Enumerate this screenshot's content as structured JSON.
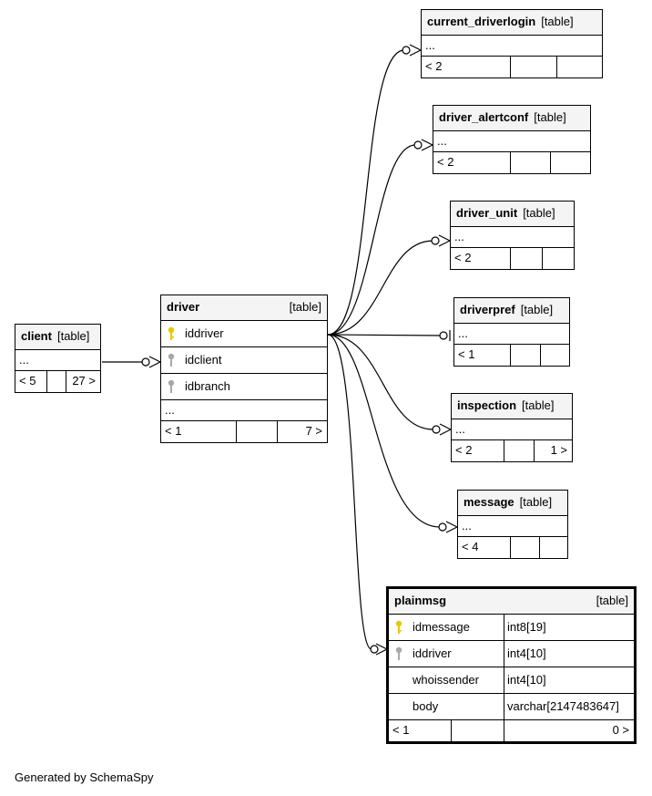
{
  "table_kind": "[table]",
  "ellipsis": "...",
  "tables": {
    "current_driverlogin": {
      "name": "current_driverlogin",
      "prev": "< 2"
    },
    "driver_alertconf": {
      "name": "driver_alertconf",
      "prev": "< 2"
    },
    "driver_unit": {
      "name": "driver_unit",
      "prev": "< 2"
    },
    "driverpref": {
      "name": "driverpref",
      "prev": "< 1"
    },
    "inspection": {
      "name": "inspection",
      "prev": "< 2",
      "next": "1 >"
    },
    "message": {
      "name": "message",
      "prev": "< 4"
    },
    "client": {
      "name": "client",
      "prev": "< 5",
      "next": "27 >"
    },
    "driver": {
      "name": "driver",
      "prev": "< 1",
      "next": "7 >",
      "columns": [
        {
          "name": "iddriver",
          "key": "primary"
        },
        {
          "name": "idclient",
          "key": "foreign"
        },
        {
          "name": "idbranch",
          "key": "foreign"
        }
      ]
    },
    "plainmsg": {
      "name": "plainmsg",
      "prev": "< 1",
      "next": "0 >",
      "columns": [
        {
          "name": "idmessage",
          "type": "int8[19]",
          "key": "primary"
        },
        {
          "name": "iddriver",
          "type": "int4[10]",
          "key": "foreign"
        },
        {
          "name": "whoissender",
          "type": "int4[10]",
          "key": "none"
        },
        {
          "name": "body",
          "type": "varchar[2147483647]",
          "key": "none"
        }
      ]
    }
  },
  "colors": {
    "primary_key": "#e8c800",
    "foreign_key": "#a8a8a8",
    "header_bg": "#f4f4f4"
  },
  "footer": "Generated by SchemaSpy"
}
